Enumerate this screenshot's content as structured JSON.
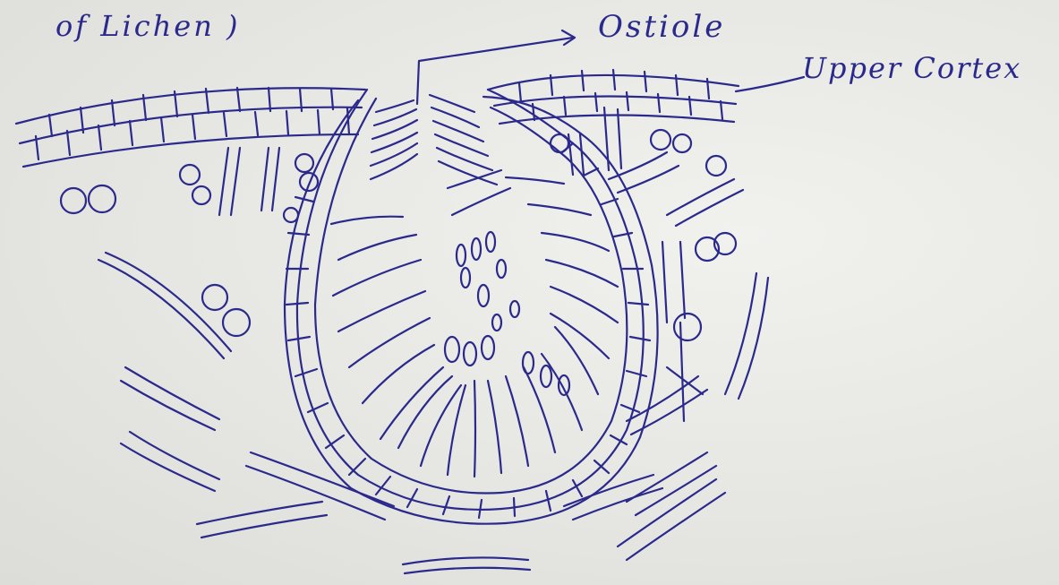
{
  "title_fragment": "of Lichen )",
  "labels": {
    "ostiole": "Ostiole",
    "upper_cortex": "Upper Cortex"
  },
  "colors": {
    "paper": "#e9e9e5",
    "ink": "#2b2a8c"
  }
}
